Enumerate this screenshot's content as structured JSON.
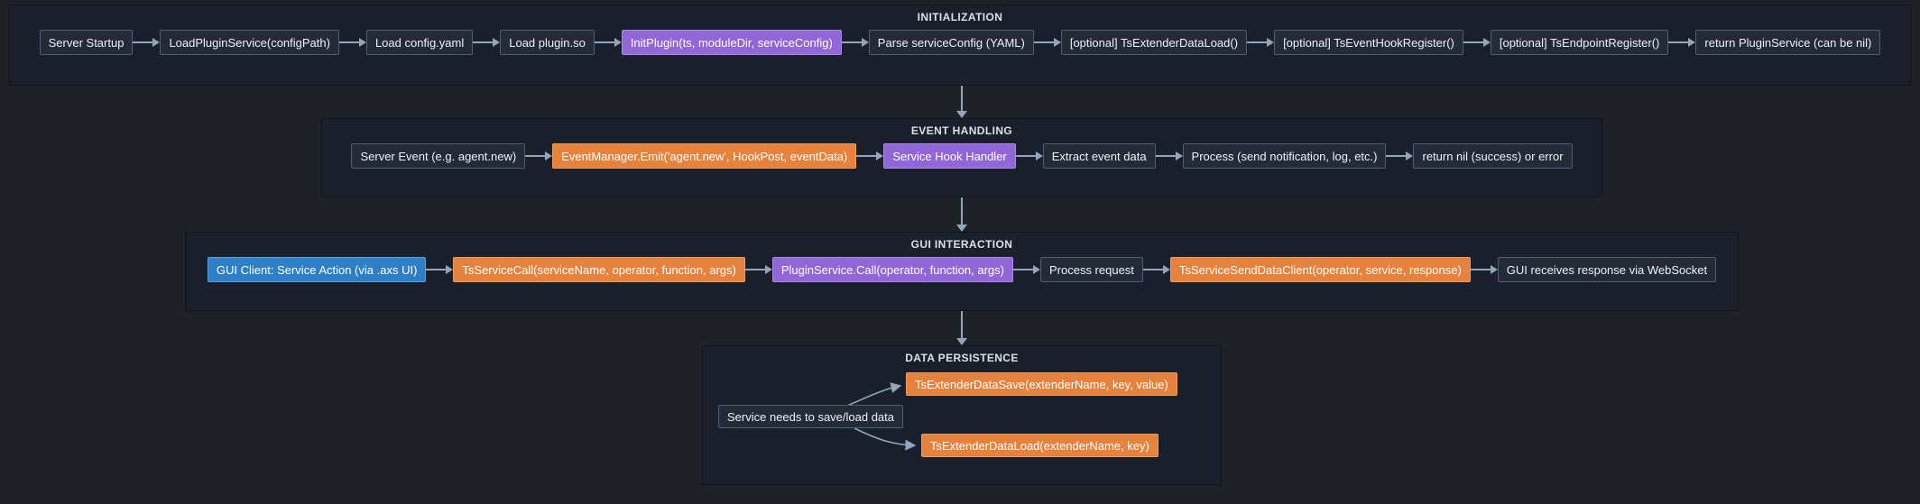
{
  "diagram": {
    "colors": {
      "page_background": "#1e2126",
      "section_background": "#1a202b",
      "node_background": "#232b39",
      "node_border": "#4e5e74",
      "node_text": "#eef2f8",
      "purple_node": "#9166d6",
      "orange_node": "#e5823d",
      "blue_node": "#2e7fc6",
      "arrow": "#94a5bb",
      "title_text": "#dbe1e8"
    },
    "sections": [
      {
        "title": "INITIALIZATION",
        "nodes": [
          {
            "label": "Server Startup",
            "style": "default"
          },
          {
            "label": "LoadPluginService(configPath)",
            "style": "default"
          },
          {
            "label": "Load config.yaml",
            "style": "default"
          },
          {
            "label": "Load plugin.so",
            "style": "default"
          },
          {
            "label": "InitPlugin(ts, moduleDir, serviceConfig)",
            "style": "purple"
          },
          {
            "label": "Parse serviceConfig (YAML)",
            "style": "default"
          },
          {
            "label": "[optional] TsExtenderDataLoad()",
            "style": "default"
          },
          {
            "label": "[optional] TsEventHookRegister()",
            "style": "default"
          },
          {
            "label": "[optional] TsEndpointRegister()",
            "style": "default"
          },
          {
            "label": "return PluginService (can be nil)",
            "style": "default"
          }
        ]
      },
      {
        "title": "EVENT HANDLING",
        "nodes": [
          {
            "label": "Server Event (e.g. agent.new)",
            "style": "default"
          },
          {
            "label": "EventManager.Emit('agent.new', HookPost, eventData)",
            "style": "orange"
          },
          {
            "label": "Service Hook Handler",
            "style": "purple"
          },
          {
            "label": "Extract event data",
            "style": "default"
          },
          {
            "label": "Process (send notification, log, etc.)",
            "style": "default"
          },
          {
            "label": "return nil (success) or error",
            "style": "default"
          }
        ]
      },
      {
        "title": "GUI INTERACTION",
        "nodes": [
          {
            "label": "GUI Client: Service Action (via .axs UI)",
            "style": "blue"
          },
          {
            "label": "TsServiceCall(serviceName, operator, function, args)",
            "style": "orange"
          },
          {
            "label": "PluginService.Call(operator, function, args)",
            "style": "purple"
          },
          {
            "label": "Process request",
            "style": "default"
          },
          {
            "label": "TsServiceSendDataClient(operator, service, response)",
            "style": "orange"
          },
          {
            "label": "GUI receives response via WebSocket",
            "style": "default"
          }
        ]
      },
      {
        "title": "DATA PERSISTENCE",
        "source_node": {
          "label": "Service needs to save/load data",
          "style": "default"
        },
        "branch_nodes": [
          {
            "label": "TsExtenderDataSave(extenderName, key, value)",
            "style": "orange"
          },
          {
            "label": "TsExtenderDataLoad(extenderName, key)",
            "style": "orange"
          }
        ]
      }
    ]
  }
}
